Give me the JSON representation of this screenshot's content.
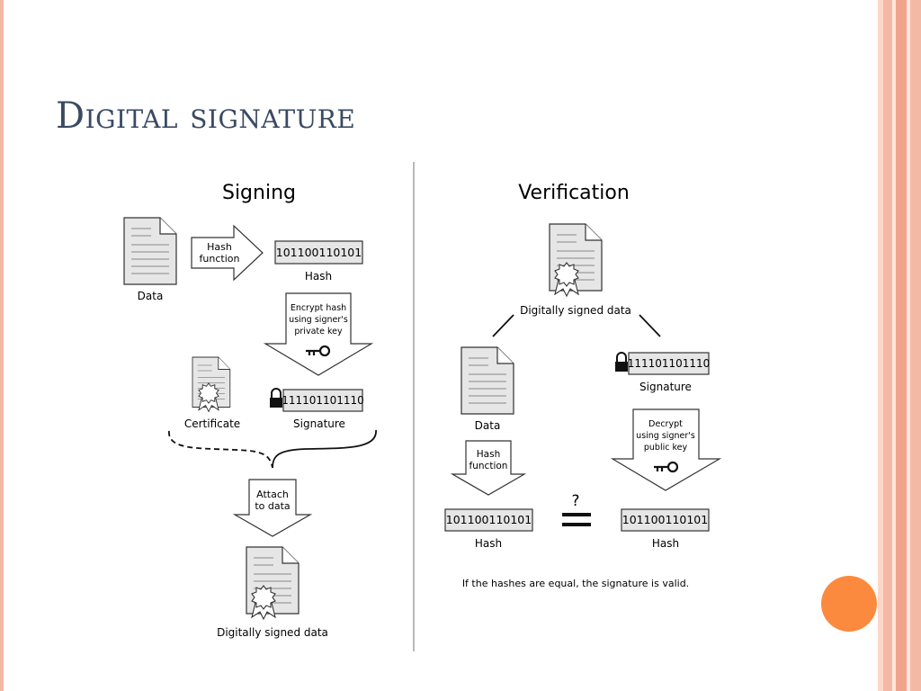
{
  "slide": {
    "title": "Digital signature"
  },
  "theme": {
    "title_color": "#3a4a63",
    "accent_orange": "#fb8a3e",
    "stripe_colors": [
      "#f4b9a4",
      "#fbd7c8",
      "#f0a48a"
    ]
  },
  "signing": {
    "heading": "Signing",
    "data_label": "Data",
    "hash_function_label": [
      "Hash",
      "function"
    ],
    "hash_value": "101100110101",
    "hash_label": "Hash",
    "encrypt_label": [
      "Encrypt hash",
      "using signer's",
      "private key"
    ],
    "certificate_label": "Certificate",
    "signature_value": "111101101110",
    "signature_label": "Signature",
    "attach_label": [
      "Attach",
      "to data"
    ],
    "signed_data_label": "Digitally signed data"
  },
  "verification": {
    "heading": "Verification",
    "signed_data_label": "Digitally signed data",
    "data_label": "Data",
    "signature_value": "111101101110",
    "signature_label": "Signature",
    "hash_function_label": [
      "Hash",
      "function"
    ],
    "decrypt_label": [
      "Decrypt",
      "using signer's",
      "public key"
    ],
    "hash_value_left": "101100110101",
    "hash_label_left": "Hash",
    "hash_value_right": "101100110101",
    "hash_label_right": "Hash",
    "question_mark": "?",
    "note": "If the hashes are equal, the signature is valid."
  },
  "icons": [
    "document-icon",
    "certificate-seal-icon",
    "key-icon",
    "padlock-icon"
  ]
}
